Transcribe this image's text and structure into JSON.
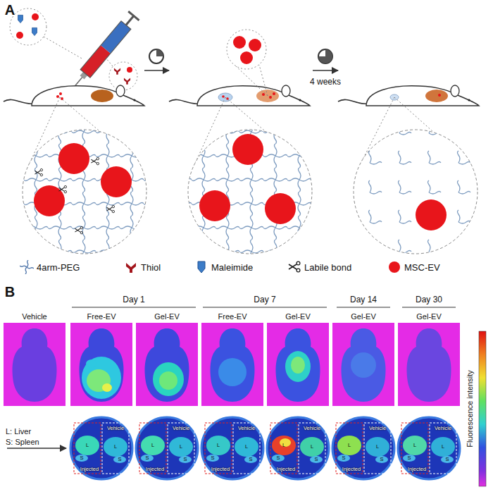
{
  "diagram": {
    "labels": [
      "A",
      "4 weeks",
      "B",
      "Day 1",
      "Day 7",
      "Day 14",
      "Day 30",
      "Vehicle",
      "Free-EV",
      "Gel-EV",
      "Free-EV",
      "Gel-EV",
      "Gel-EV",
      "Gel-EV",
      "L: Liver",
      "S: Spleen",
      "Fluorescence intensity",
      "Vehicle",
      "Injected",
      "L",
      "L",
      "S",
      "S",
      "Vehicle",
      "Injected",
      "L",
      "L",
      "S",
      "S",
      "Vehicle",
      "Injected",
      "L",
      "L",
      "S",
      "S",
      "Vehicle",
      "Injected",
      "L",
      "L",
      "S",
      "S",
      "Vehicle",
      "Injected",
      "L",
      "L",
      "S",
      "S",
      "Vehicle",
      "Injected",
      "L",
      "L",
      "S",
      "S"
    ],
    "legend": [
      {
        "text": "4arm-PEG"
      },
      {
        "text": "Thiol"
      },
      {
        "text": "Maleimide"
      },
      {
        "text": "Labile bond"
      },
      {
        "text": "MSC-EV"
      }
    ]
  }
}
